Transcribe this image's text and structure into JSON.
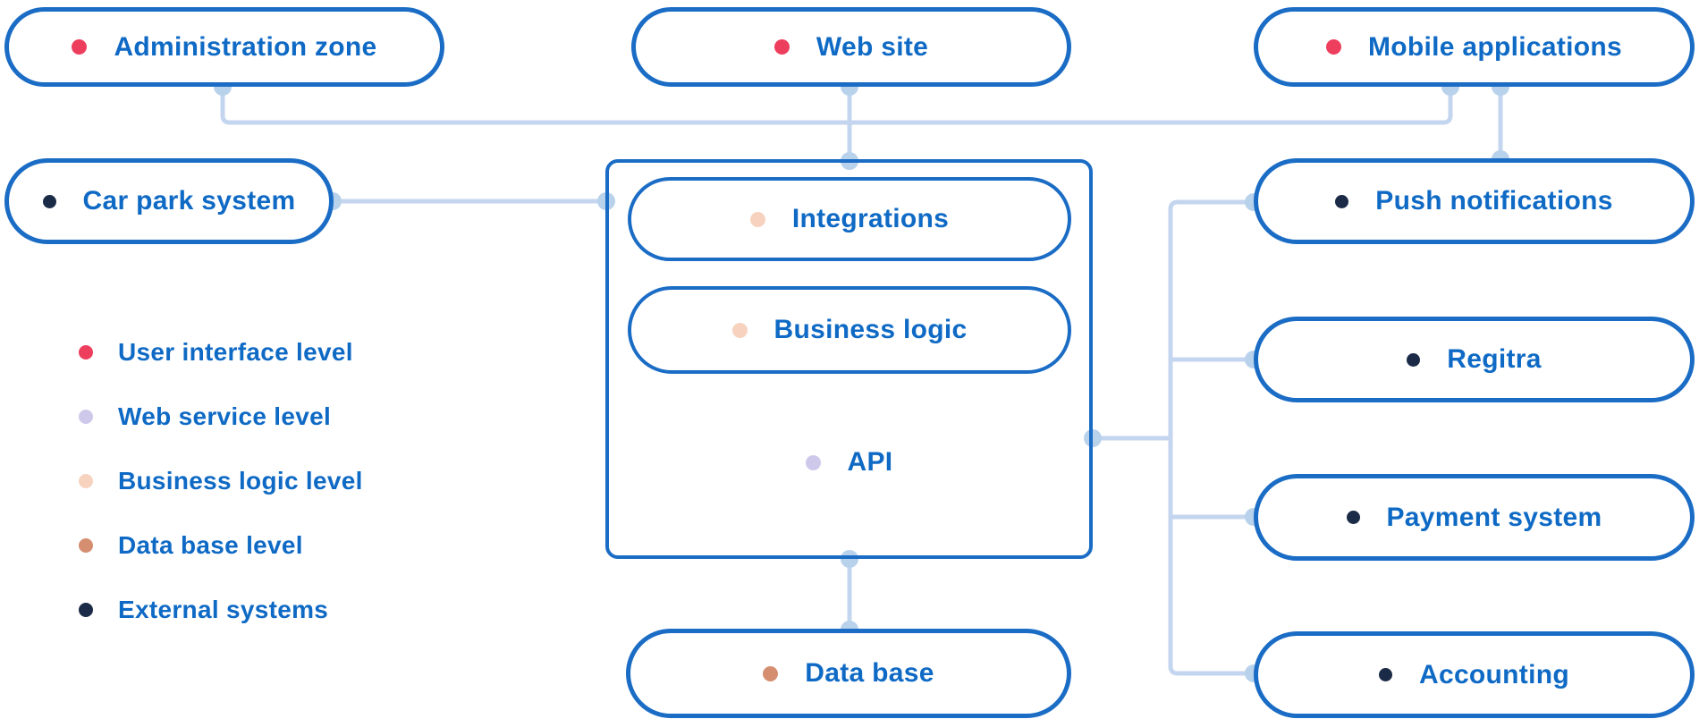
{
  "palette": {
    "pill_border_blue": "#1A6CC5",
    "label_text_blue": "#0F6AC5",
    "connector_line_blue": "#C4D6EF",
    "connector_dot_blue": "#B9D2EC",
    "red": "#ED3E5E",
    "lavender": "#CEC9EB",
    "peach": "#F7D3BF",
    "salmon": "#D68E70",
    "navy": "#1B2B47"
  },
  "nodes": {
    "administration_zone": {
      "label": "Administration zone",
      "level": "red"
    },
    "web_site": {
      "label": "Web site",
      "level": "red"
    },
    "mobile_applications": {
      "label": "Mobile applications",
      "level": "red"
    },
    "car_park_system": {
      "label": "Car park system",
      "level": "navy"
    },
    "integrations": {
      "label": "Integrations",
      "level": "peach"
    },
    "business_logic": {
      "label": "Business logic",
      "level": "peach"
    },
    "api": {
      "label": "API",
      "level": "lavender"
    },
    "data_base": {
      "label": "Data base",
      "level": "salmon"
    },
    "push_notifications": {
      "label": "Push notifications",
      "level": "navy"
    },
    "regitra": {
      "label": "Regitra",
      "level": "navy"
    },
    "payment_system": {
      "label": "Payment system",
      "level": "navy"
    },
    "accounting": {
      "label": "Accounting",
      "level": "navy"
    }
  },
  "legend": {
    "items": [
      {
        "label": "User interface level",
        "color": "red"
      },
      {
        "label": "Web service level",
        "color": "lavender"
      },
      {
        "label": "Business logic level",
        "color": "peach"
      },
      {
        "label": "Data base level",
        "color": "salmon"
      },
      {
        "label": "External systems",
        "color": "navy"
      }
    ]
  }
}
